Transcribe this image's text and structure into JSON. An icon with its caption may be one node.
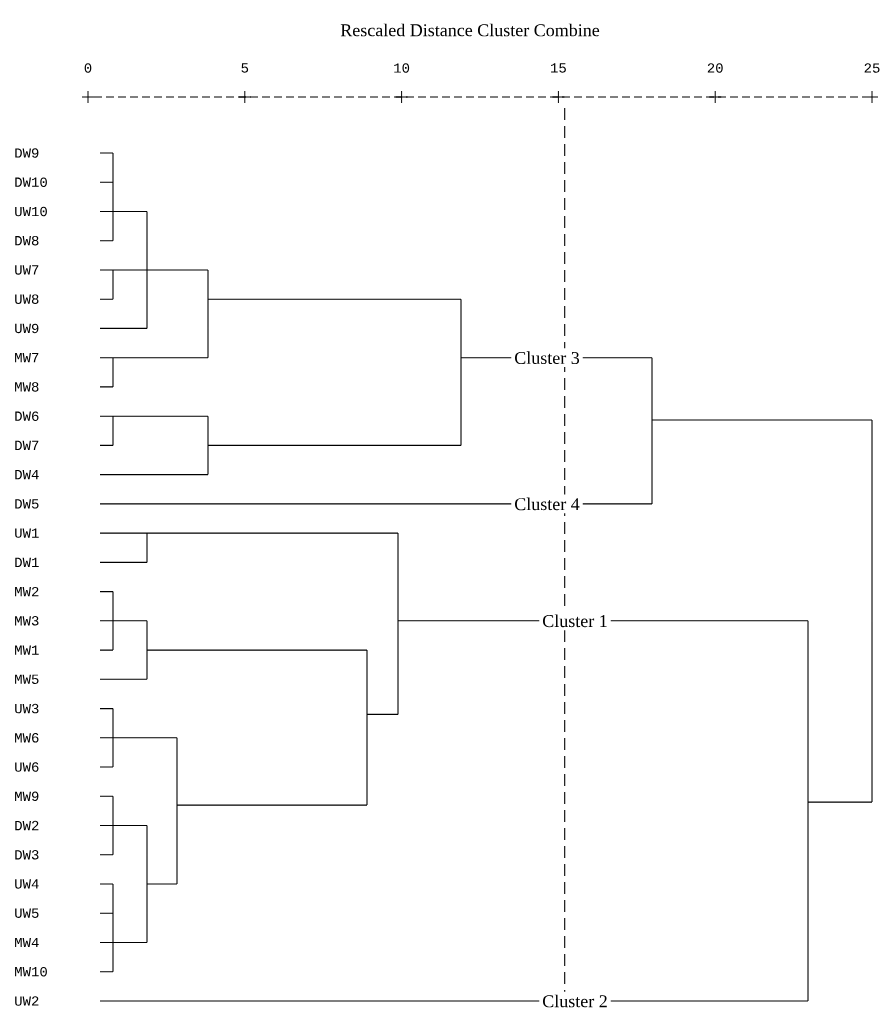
{
  "diagram": {
    "title": "Rescaled Distance Cluster Combine",
    "labels": [
      "0",
      "5",
      "10",
      "15",
      "20",
      "25",
      "DW9",
      "DW10",
      "UW10",
      "DW8",
      "UW7",
      "UW8",
      "UW9",
      "MW7",
      "MW8",
      "DW6",
      "DW7",
      "DW4",
      "DW5",
      "UW1",
      "DW1",
      "MW2",
      "MW3",
      "MW1",
      "MW5",
      "UW3",
      "MW6",
      "UW6",
      "MW9",
      "DW2",
      "DW3",
      "UW4",
      "UW5",
      "MW4",
      "MW10",
      "UW2",
      "Cluster 3",
      "Cluster 4",
      "Cluster 1",
      "Cluster 2"
    ]
  }
}
